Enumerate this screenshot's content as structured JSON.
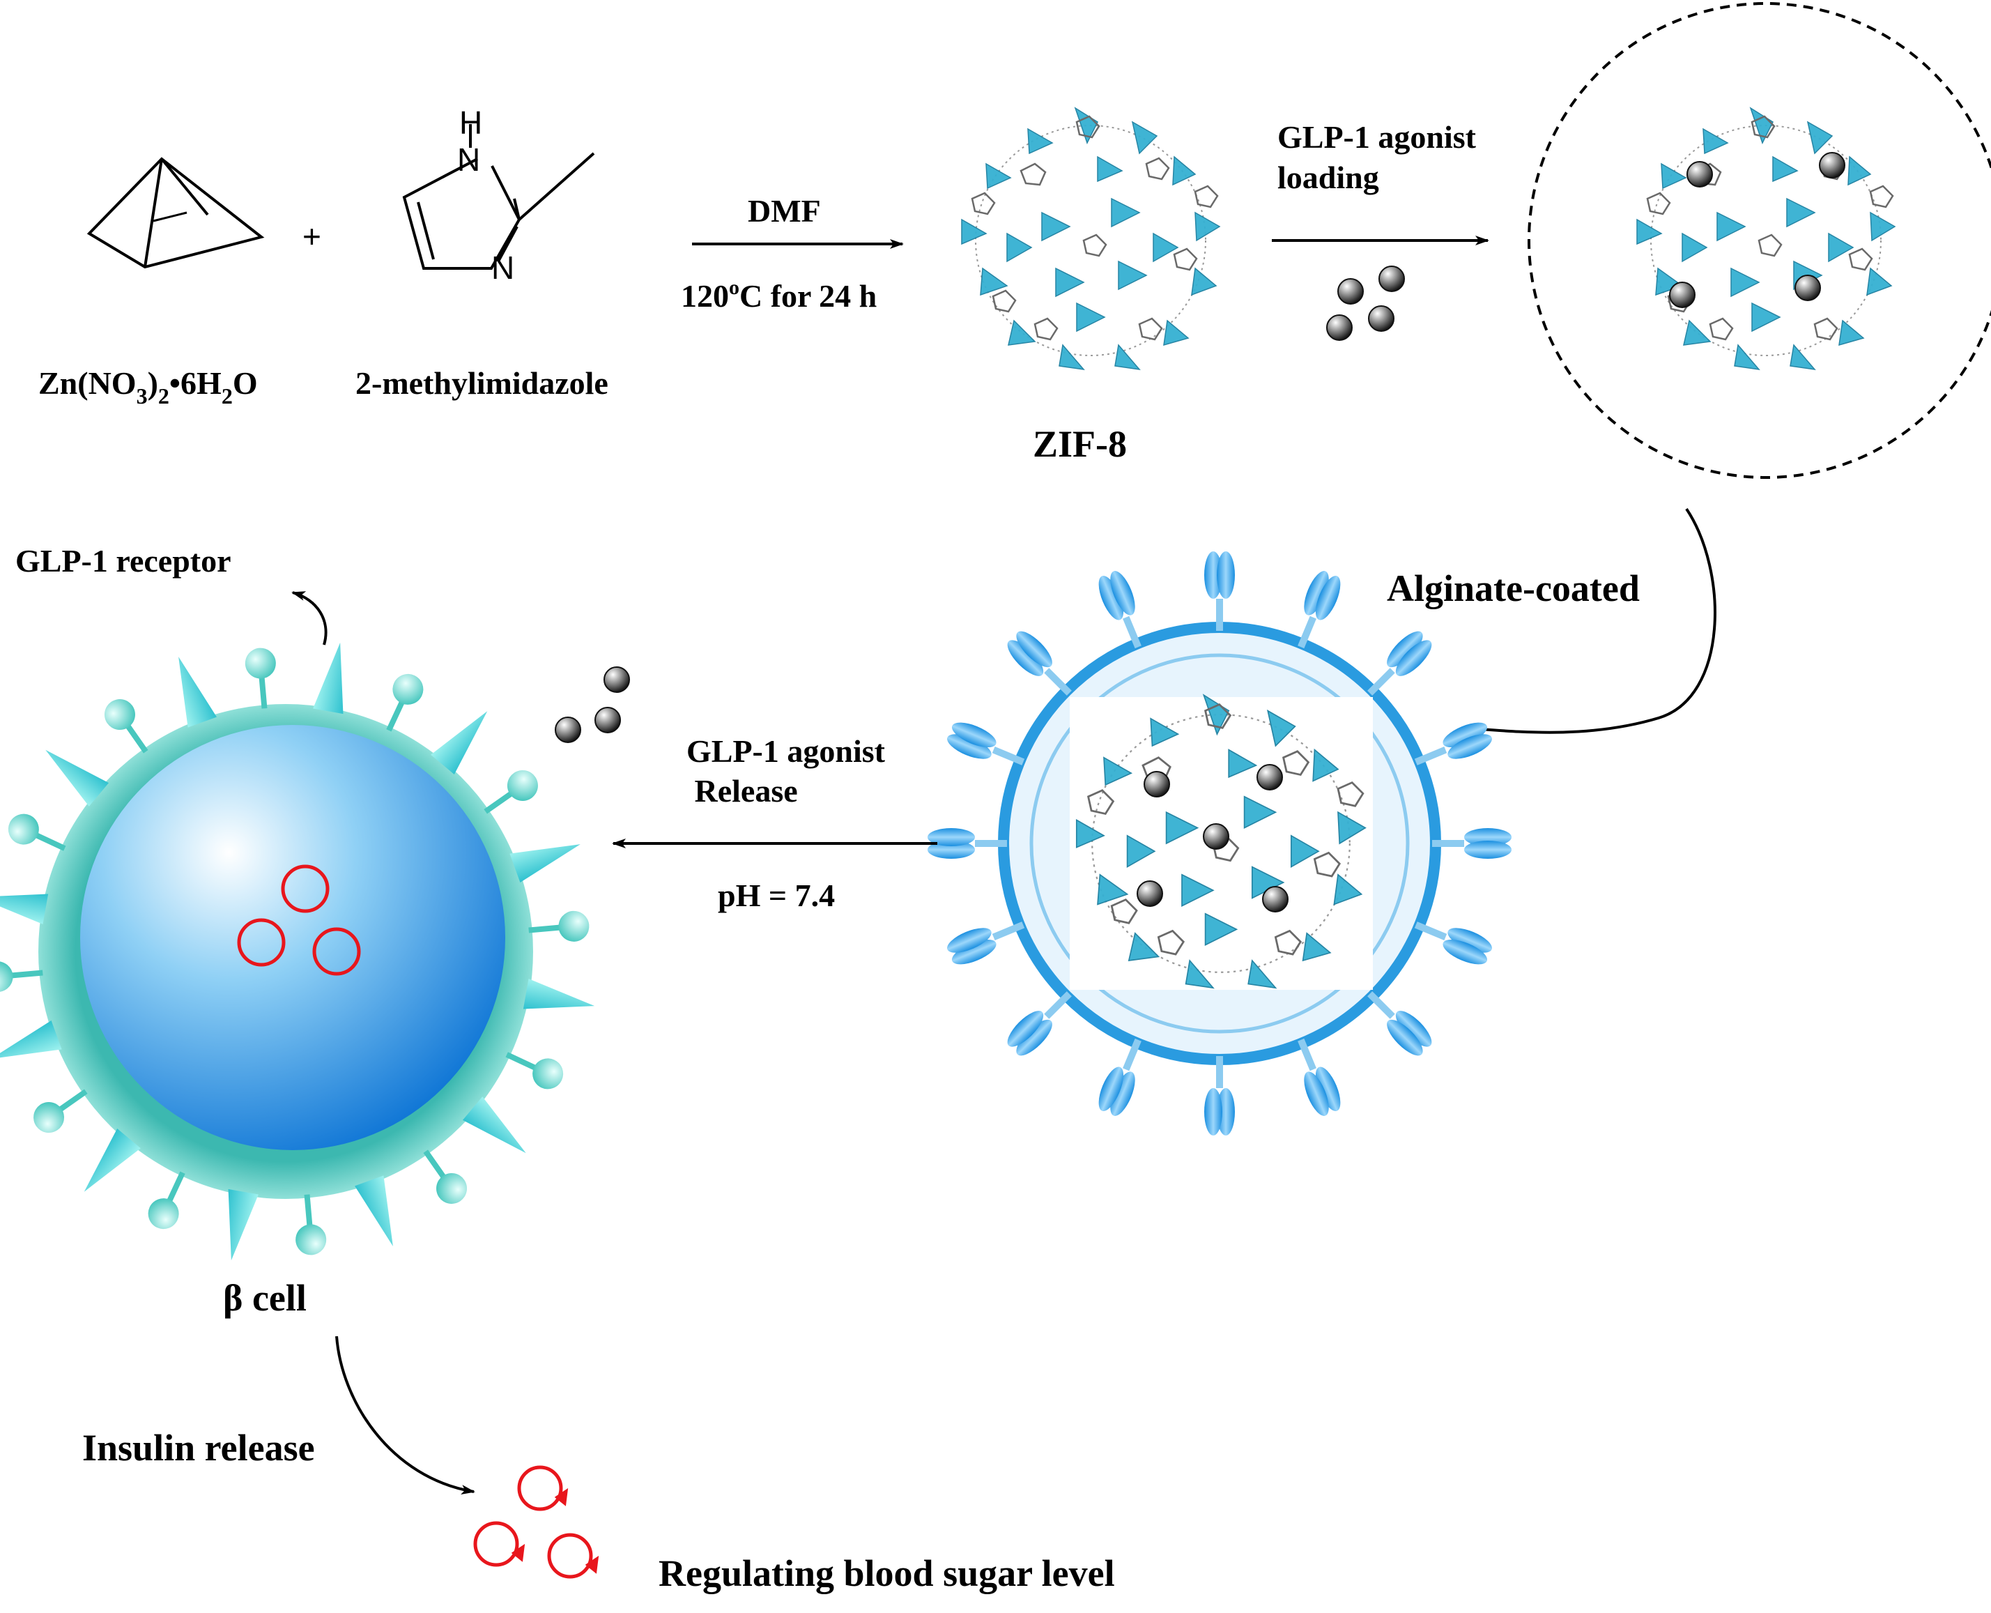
{
  "reagents": {
    "zinc_salt": {
      "label_main": "Zn(NO",
      "sub1": "3",
      "mid": ")",
      "sub2": "2",
      "rest": "•6H",
      "sub3": "2",
      "end": "O"
    },
    "plus": "+",
    "ligand": {
      "label": "2-methylimidazole",
      "atom_h": "H",
      "atom_n1": "N",
      "atom_n2": "N"
    }
  },
  "step1": {
    "above": "DMF",
    "below_pre": "120",
    "below_sup": "o",
    "below_post": "C for 24 h"
  },
  "zif8": {
    "label": "ZIF-8"
  },
  "step2": {
    "line1": "GLP-1  agonist",
    "line2": "loading"
  },
  "step3": {
    "label": "Alginate-coated"
  },
  "step4": {
    "line1": "GLP-1  agonist",
    "line2": " Release",
    "below": "pH = 7.4"
  },
  "cell": {
    "label": "β cell",
    "receptor": "GLP-1  receptor"
  },
  "outcome": {
    "insulin": "Insulin release",
    "regulation": "Regulating blood sugar level"
  },
  "colors": {
    "zif_blue": "#3fb3d4",
    "alginate_blue": "#2a9be0",
    "cell_blue": "#1e88e0",
    "cell_teal": "#4fc7c0",
    "insulin_red": "#e8161c",
    "agonist_grey": "#555555"
  }
}
